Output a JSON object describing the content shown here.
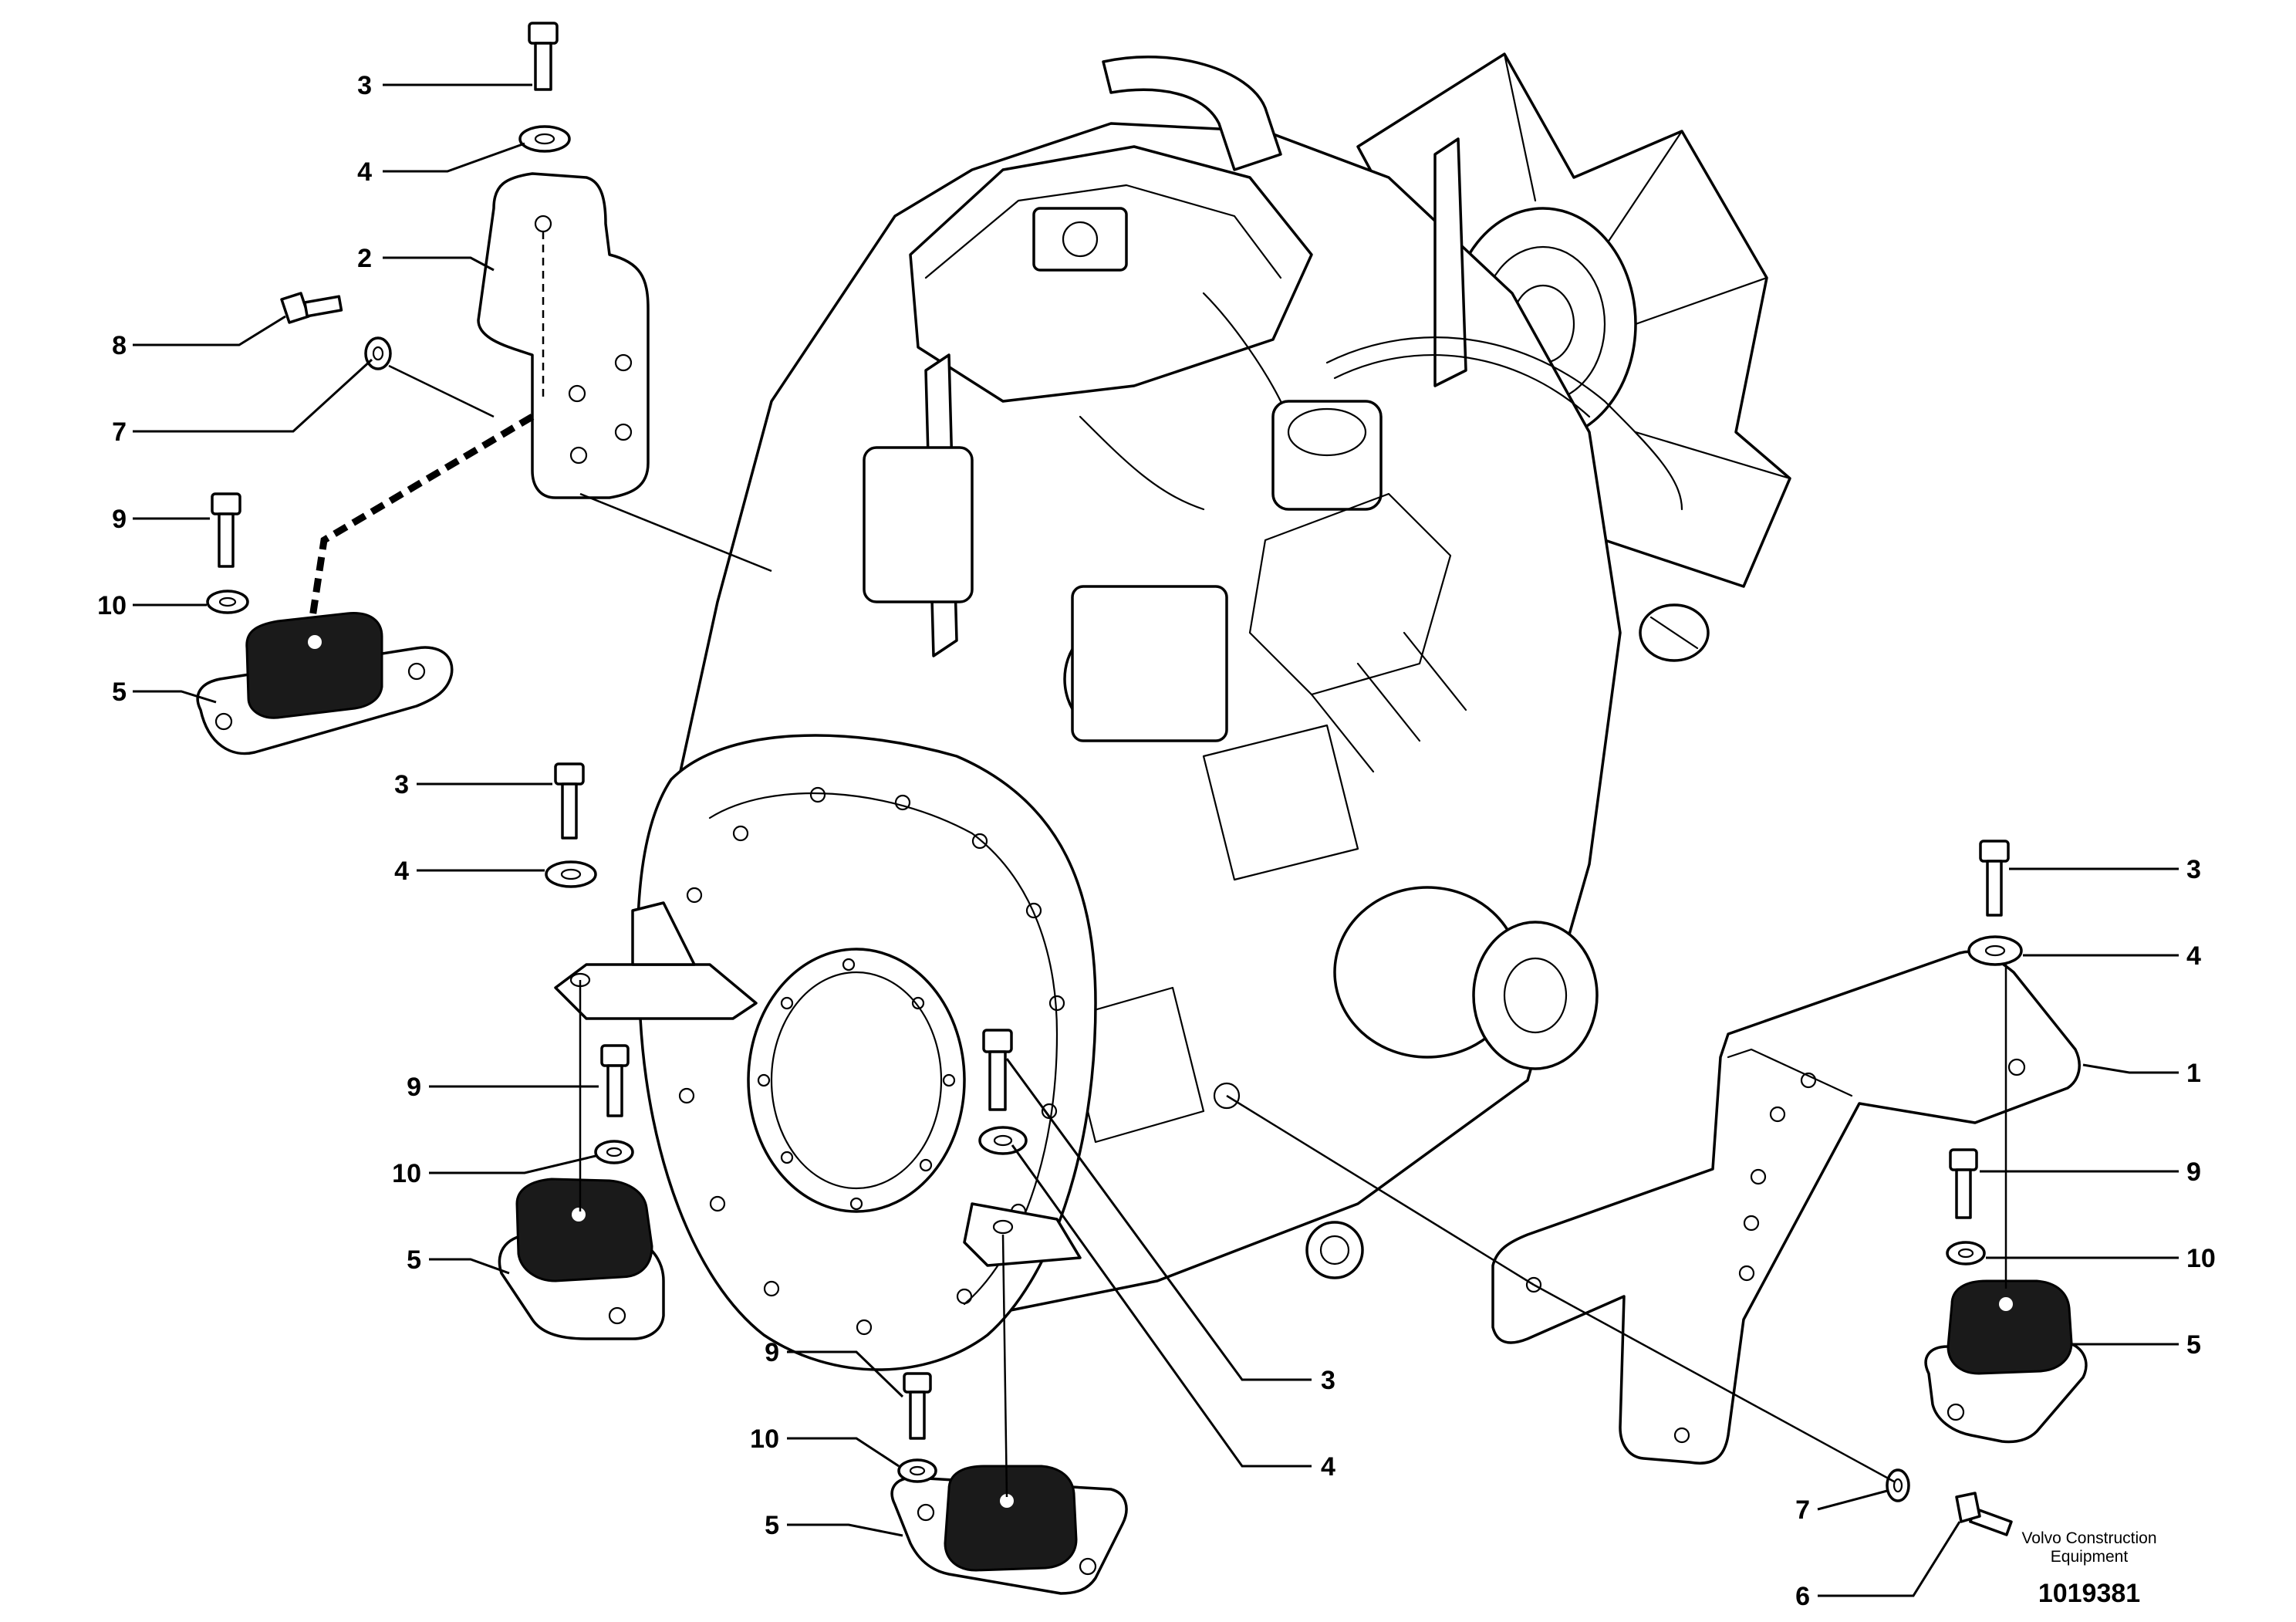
{
  "diagram": {
    "callouts": {
      "c01": "3",
      "c02": "4",
      "c03": "2",
      "c04": "8",
      "c05": "7",
      "c06": "9",
      "c07": "10",
      "c08": "5",
      "c09": "3",
      "c10": "4",
      "c11": "9",
      "c12": "10",
      "c13": "5",
      "c14": "9",
      "c15": "10",
      "c16": "5",
      "c17": "3",
      "c18": "4",
      "c19": "3",
      "c20": "4",
      "c21": "1",
      "c22": "9",
      "c23": "10",
      "c24": "5",
      "c25": "7",
      "c26": "6"
    },
    "brand_line1": "Volvo Construction",
    "brand_line2": "Equipment",
    "document_number": "1019381"
  }
}
